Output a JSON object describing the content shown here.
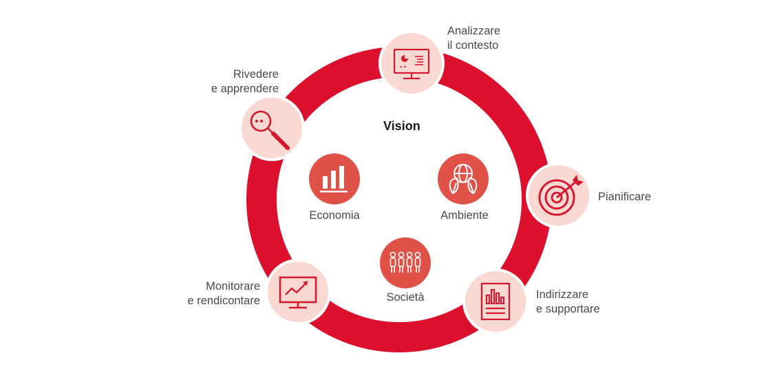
{
  "center_title": "Vision",
  "stages": {
    "analizzare": {
      "line1": "Analizzare",
      "line2": "il contesto",
      "icon": "monitor-dashboard-icon"
    },
    "pianificare": {
      "line1": "Pianificare",
      "icon": "target-icon"
    },
    "indirizzare": {
      "line1": "Indirizzare",
      "line2": "e supportare",
      "icon": "report-document-icon"
    },
    "monitorare": {
      "line1": "Monitorare",
      "line2": "e rendicontare",
      "icon": "monitor-trend-icon"
    },
    "rivedere": {
      "line1": "Rivedere",
      "line2": "e apprendere",
      "icon": "magnifier-icon"
    }
  },
  "pillars": {
    "economia": {
      "label": "Economia",
      "icon": "bar-chart-icon"
    },
    "ambiente": {
      "label": "Ambiente",
      "icon": "globe-leaves-icon"
    },
    "societa": {
      "label": "Società",
      "icon": "people-group-icon"
    }
  },
  "colors": {
    "ring": "#dc0f2d",
    "badge": "#f9d9d2",
    "icon": "#d4182f",
    "pillar": "#e05248"
  }
}
